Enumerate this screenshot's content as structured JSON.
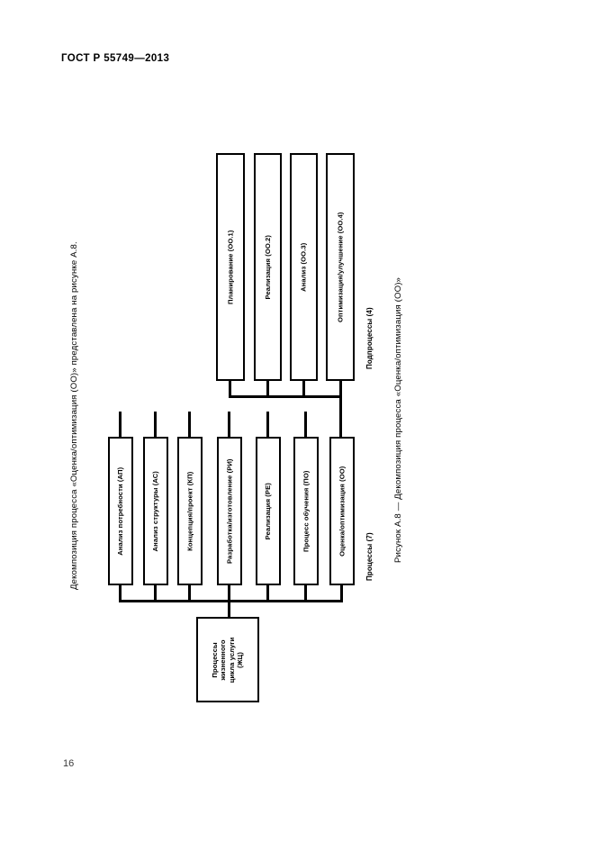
{
  "document": {
    "standard_header": "ГОСТ Р 55749—2013",
    "page_number": "16",
    "intro_paragraph": "Декомпозиция процесса «Оценка/оптимизация (ОО)» представлена на рисунке А.8.",
    "figure_caption": "Рисунок А.8 — Декомпозиция процесса «Оценка/оптимизация (ОО)»"
  },
  "diagram": {
    "group_labels": {
      "subprocesses": "Подпроцессы (4)",
      "processes": "Процессы (7)"
    },
    "subprocesses": [
      {
        "label": "Планирование (ОО.1)"
      },
      {
        "label": "Реализация (ОО.2)"
      },
      {
        "label": "Анализ (ОО.3)"
      },
      {
        "label": "Оптимизация/улучшение (ОО.4)"
      }
    ],
    "processes": [
      {
        "label": "Анализ потребности (АП)"
      },
      {
        "label": "Анализ структуры (АС)"
      },
      {
        "label": "Концепция/проект (КП)"
      },
      {
        "label": "Разработка/изготовление (РИ)"
      },
      {
        "label": "Реализация (РЕ)"
      },
      {
        "label": "Процесс обучения (ПО)"
      },
      {
        "label": "Оценка/оптимизация (ОО)"
      }
    ],
    "root": {
      "label": "Процессы жизненного цикла услуги (ЖЦ)"
    }
  }
}
